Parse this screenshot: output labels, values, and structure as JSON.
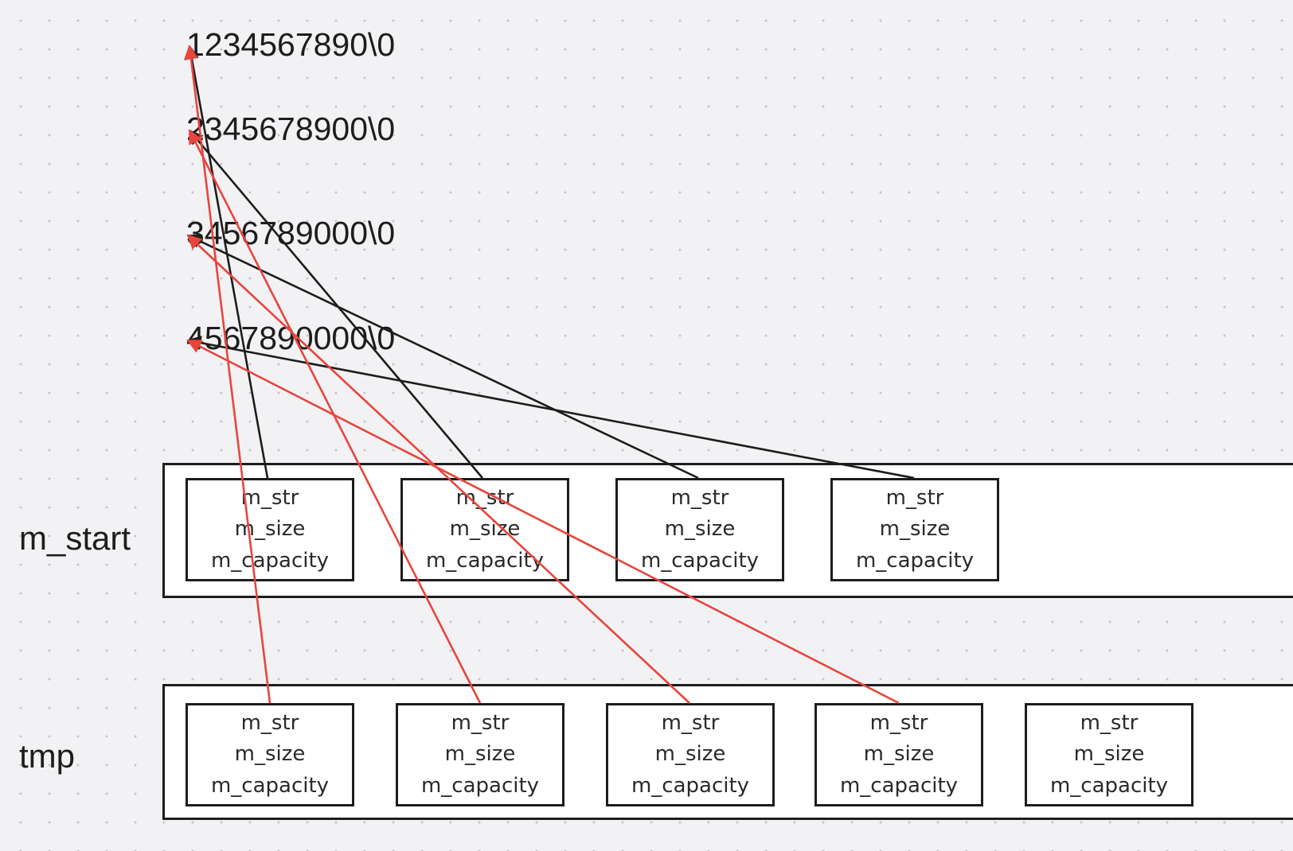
{
  "strings": [
    {
      "text": "1234567890\\0"
    },
    {
      "text": "2345678900\\0"
    },
    {
      "text": "3456789000\\0"
    },
    {
      "text": "4567890000\\0"
    }
  ],
  "rows": {
    "m_start": {
      "label": "m_start",
      "cells": [
        {
          "f1": "m_str",
          "f2": "m_size",
          "f3": "m_capacity"
        },
        {
          "f1": "m_str",
          "f2": "m_size",
          "f3": "m_capacity"
        },
        {
          "f1": "m_str",
          "f2": "m_size",
          "f3": "m_capacity"
        },
        {
          "f1": "m_str",
          "f2": "m_size",
          "f3": "m_capacity"
        }
      ]
    },
    "tmp": {
      "label": "tmp",
      "cells": [
        {
          "f1": "m_str",
          "f2": "m_size",
          "f3": "m_capacity"
        },
        {
          "f1": "m_str",
          "f2": "m_size",
          "f3": "m_capacity"
        },
        {
          "f1": "m_str",
          "f2": "m_size",
          "f3": "m_capacity"
        },
        {
          "f1": "m_str",
          "f2": "m_size",
          "f3": "m_capacity"
        },
        {
          "f1": "m_str",
          "f2": "m_size",
          "f3": "m_capacity"
        }
      ]
    }
  },
  "colors": {
    "m_start_pointer": "#1d1d1d",
    "tmp_pointer": "#e8453c"
  },
  "pointers": {
    "m_start": [
      0,
      1,
      2,
      3
    ],
    "tmp": [
      0,
      1,
      2,
      3
    ]
  }
}
